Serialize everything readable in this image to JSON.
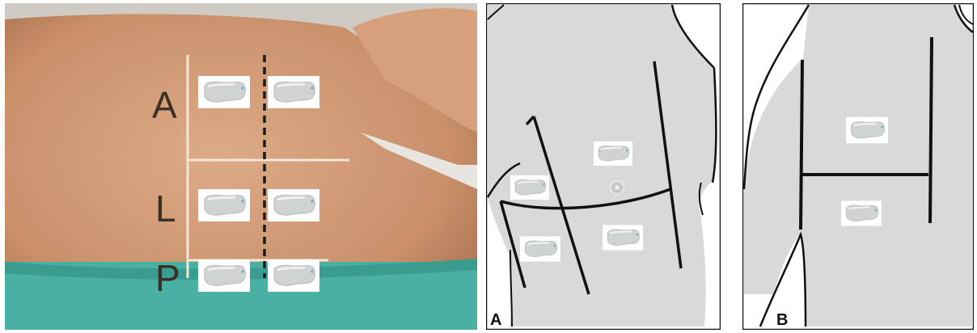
{
  "photo": {
    "zone_labels": {
      "anterior": "A",
      "lateral": "L",
      "posterior": "P"
    }
  },
  "diagram_a": {
    "panel_letter": "A"
  },
  "diagram_b": {
    "panel_letter": "B"
  },
  "colors": {
    "skin": "#d9a37f",
    "sheet": "#4db3a7",
    "diagram_fill": "#d9d9d9",
    "diagram_line": "#111111",
    "probe_tip": "#6aa9d8"
  },
  "icons": {
    "probe": "ultrasound-probe-icon",
    "nipple": "nipple-marker-icon"
  }
}
